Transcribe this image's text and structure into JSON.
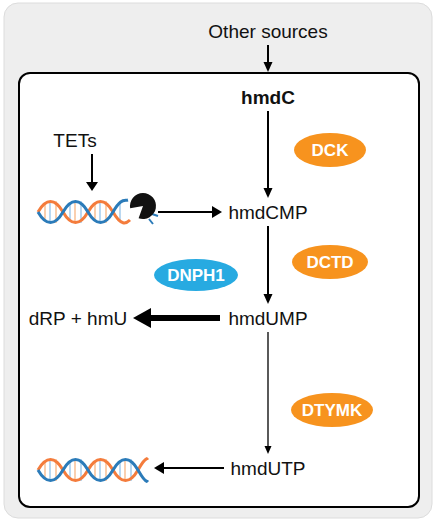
{
  "diagram": {
    "nodes": [
      {
        "text": [
          "Other sources"
        ]
      },
      {
        "text": []
      },
      {
        "text": [
          "hmdC"
        ],
        "in": 1
      },
      {
        "text": [
          "DCK"
        ],
        "in": 1
      },
      {
        "text": [
          "TETs"
        ],
        "in": 1
      },
      {
        "text": [
          "hmdCMP"
        ],
        "in": 1
      },
      {
        "text": [
          "DCTD"
        ],
        "in": 1
      },
      {
        "text": [
          "DNPH1"
        ],
        "in": 1
      },
      {
        "text": [
          "dRP + hmU"
        ],
        "in": 1
      },
      {
        "text": [
          "hmdUMP"
        ],
        "in": 1
      },
      {
        "text": [
          "DTYMK"
        ],
        "in": 1
      },
      {
        "text": [
          "hmdUTP"
        ],
        "in": 1
      }
    ],
    "edges": [
      {
        "from": 0,
        "to": 1,
        "arrow": "to"
      },
      {
        "from": 2,
        "to": 5,
        "arrow": "to"
      },
      {
        "from": 5,
        "to": 9,
        "arrow": "to"
      },
      {
        "from": 9,
        "to": 8,
        "arrow": "to"
      },
      {
        "from": 9,
        "to": 11,
        "arrow": "to"
      }
    ]
  }
}
